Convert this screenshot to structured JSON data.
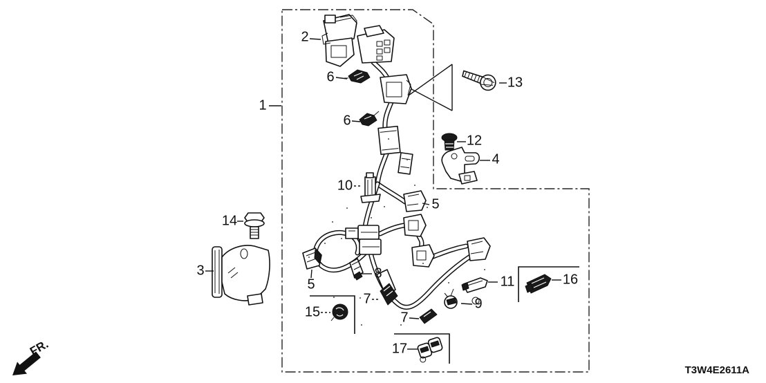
{
  "diagram": {
    "code": "T3W4E2611A",
    "direction_label": "FR.",
    "callouts": [
      {
        "id": "1",
        "label": "1"
      },
      {
        "id": "2",
        "label": "2"
      },
      {
        "id": "6a",
        "label": "6"
      },
      {
        "id": "6b",
        "label": "6"
      },
      {
        "id": "13",
        "label": "13"
      },
      {
        "id": "12",
        "label": "12"
      },
      {
        "id": "4",
        "label": "4"
      },
      {
        "id": "10",
        "label": "10"
      },
      {
        "id": "5a",
        "label": "5"
      },
      {
        "id": "14",
        "label": "14"
      },
      {
        "id": "3",
        "label": "3"
      },
      {
        "id": "5b",
        "label": "5"
      },
      {
        "id": "8",
        "label": "8"
      },
      {
        "id": "7a",
        "label": "7"
      },
      {
        "id": "7b",
        "label": "7"
      },
      {
        "id": "9",
        "label": "9"
      },
      {
        "id": "11",
        "label": "11"
      },
      {
        "id": "16",
        "label": "16"
      },
      {
        "id": "15",
        "label": "15"
      },
      {
        "id": "17",
        "label": "17"
      }
    ]
  }
}
